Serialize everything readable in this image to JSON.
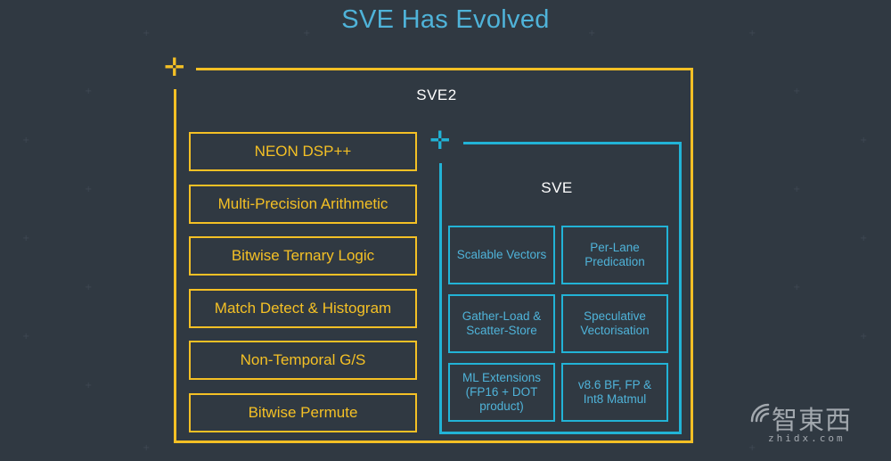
{
  "title": "SVE Has Evolved",
  "sve2": {
    "label": "SVE2",
    "features": [
      "NEON DSP++",
      "Multi-Precision Arithmetic",
      "Bitwise Ternary Logic",
      "Match Detect & Histogram",
      "Non-Temporal G/S",
      "Bitwise Permute"
    ]
  },
  "sve": {
    "label": "SVE",
    "features": [
      "Scalable Vectors",
      "Per-Lane Predication",
      "Gather-Load & Scatter-Store",
      "Speculative Vectorisation",
      "ML Extensions (FP16 + DOT product)",
      "v8.6 BF, FP & Int8 Matmul"
    ]
  },
  "watermark": {
    "brand": "智東西",
    "url": "zhidx.com"
  },
  "colors": {
    "background": "#303942",
    "sve2_accent": "#f4c025",
    "sve_accent": "#22b3d6",
    "title": "#4fb3d9"
  }
}
